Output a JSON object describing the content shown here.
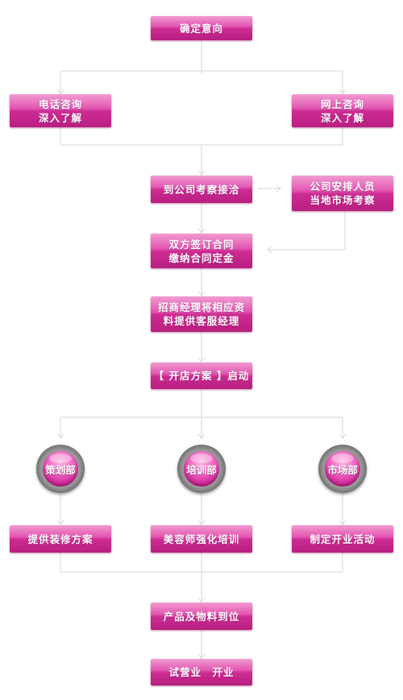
{
  "nodes": {
    "confirm_intent": [
      "确定意向"
    ],
    "phone_consult": [
      "电话咨询",
      "深入了解"
    ],
    "online_consult": [
      "网上咨询",
      "深入了解"
    ],
    "visit_company": [
      "到公司考察接洽"
    ],
    "company_arranges": [
      "公司安排人员",
      "当地市场考察"
    ],
    "sign_contract": [
      "双方签订合同",
      "缴纳合同定金"
    ],
    "manager_materials": [
      "招商经理将相应资",
      "料提供客服经理"
    ],
    "store_plan_start": [
      "【 开店方案 】启动"
    ],
    "planning_dept": "策划部",
    "training_dept": "培训部",
    "marketing_dept": "市场部",
    "decoration_plan": [
      "提供装修方案"
    ],
    "beautician_training": [
      "美容师强化培训"
    ],
    "opening_activity": [
      "制定开业活动"
    ],
    "products_materials": [
      "产品及物料到位"
    ],
    "trial_opening": [
      "试营业　开业"
    ]
  },
  "colors": {
    "box_top": "#f19bd1",
    "box_bottom": "#b81e80",
    "connector": "#dddddd"
  }
}
